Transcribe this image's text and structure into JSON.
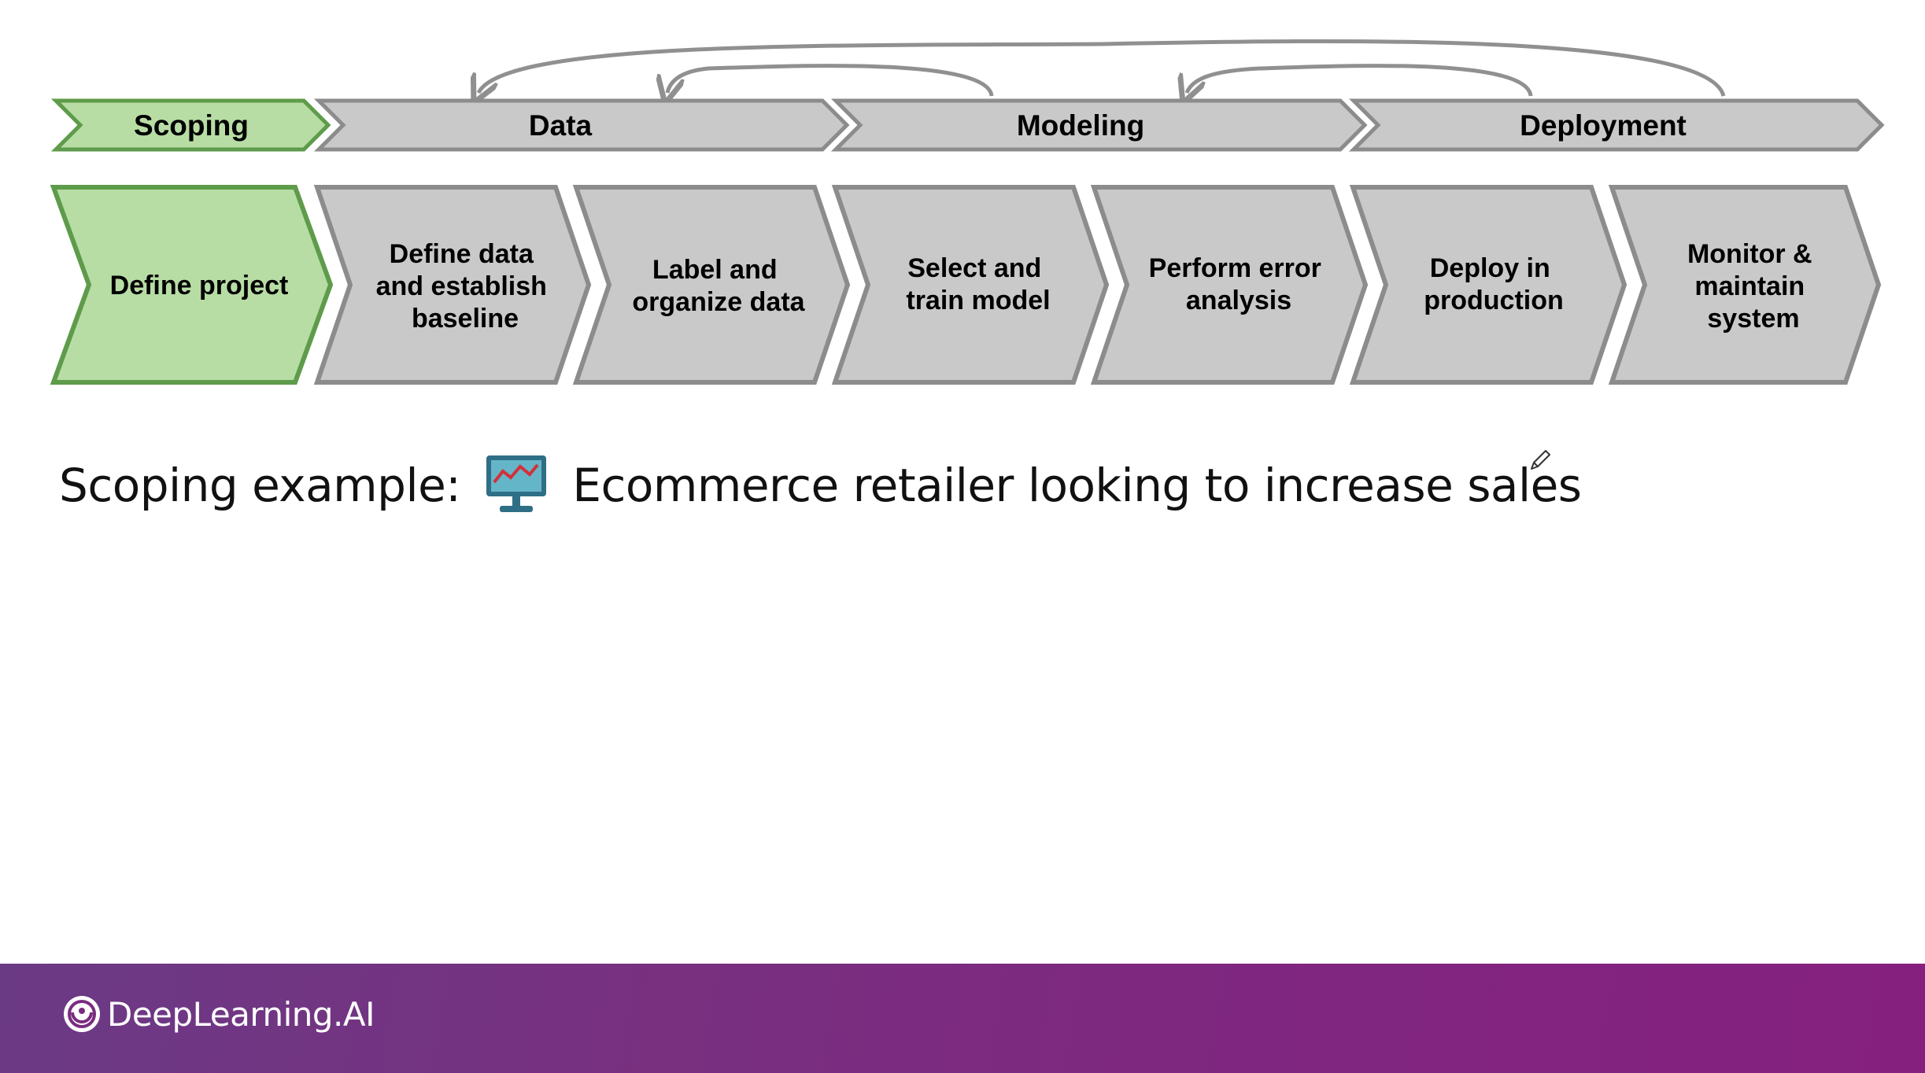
{
  "phases": [
    {
      "label": "Scoping",
      "active": true
    },
    {
      "label": "Data",
      "active": false
    },
    {
      "label": "Modeling",
      "active": false
    },
    {
      "label": "Deployment",
      "active": false
    }
  ],
  "steps": [
    {
      "lines": [
        "Define project"
      ],
      "active": true
    },
    {
      "lines": [
        "Define data",
        "and establish",
        "baseline"
      ],
      "active": false
    },
    {
      "lines": [
        "Label and",
        "organize data"
      ],
      "active": false
    },
    {
      "lines": [
        "Select and",
        "train model"
      ],
      "active": false
    },
    {
      "lines": [
        "Perform error",
        "analysis"
      ],
      "active": false
    },
    {
      "lines": [
        "Deploy in",
        "production"
      ],
      "active": false
    },
    {
      "lines": [
        "Monitor &",
        "maintain",
        "system"
      ],
      "active": false
    }
  ],
  "colors": {
    "active_fill": "#b7dda5",
    "active_stroke": "#5e9b4a",
    "inactive_fill": "#c9c9c9",
    "inactive_stroke": "#8c8c8c",
    "arrow": "#909090"
  },
  "example": {
    "label": "Scoping example:",
    "icon": "monitor-chart-icon",
    "text": "Ecommerce retailer looking to increase sales"
  },
  "footer": {
    "brand": "DeepLearning.AI",
    "icon": "deeplearning-logo-icon"
  }
}
